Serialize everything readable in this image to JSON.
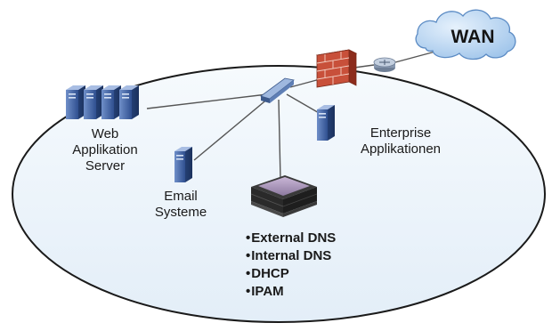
{
  "diagram": {
    "wan_label": "WAN",
    "web_server_label": [
      "Web",
      "Applikation",
      "Server"
    ],
    "email_label": [
      "Email",
      "Systeme"
    ],
    "enterprise_label": [
      "Enterprise",
      "Applikationen"
    ],
    "appliance_services": [
      "External DNS",
      "Internal DNS",
      "DHCP",
      "IPAM"
    ]
  },
  "colors": {
    "network_fill": "#eef5fb",
    "network_border": "#1a1a1a",
    "cloud_fill": "#bcd8f4",
    "firewall": "#c8503a",
    "server_body": "#4a6fb0",
    "link_line": "#555555"
  },
  "icons": [
    "cloud-icon",
    "firewall-icon",
    "router-icon",
    "switch-icon",
    "server-icon",
    "appliance-icon"
  ]
}
